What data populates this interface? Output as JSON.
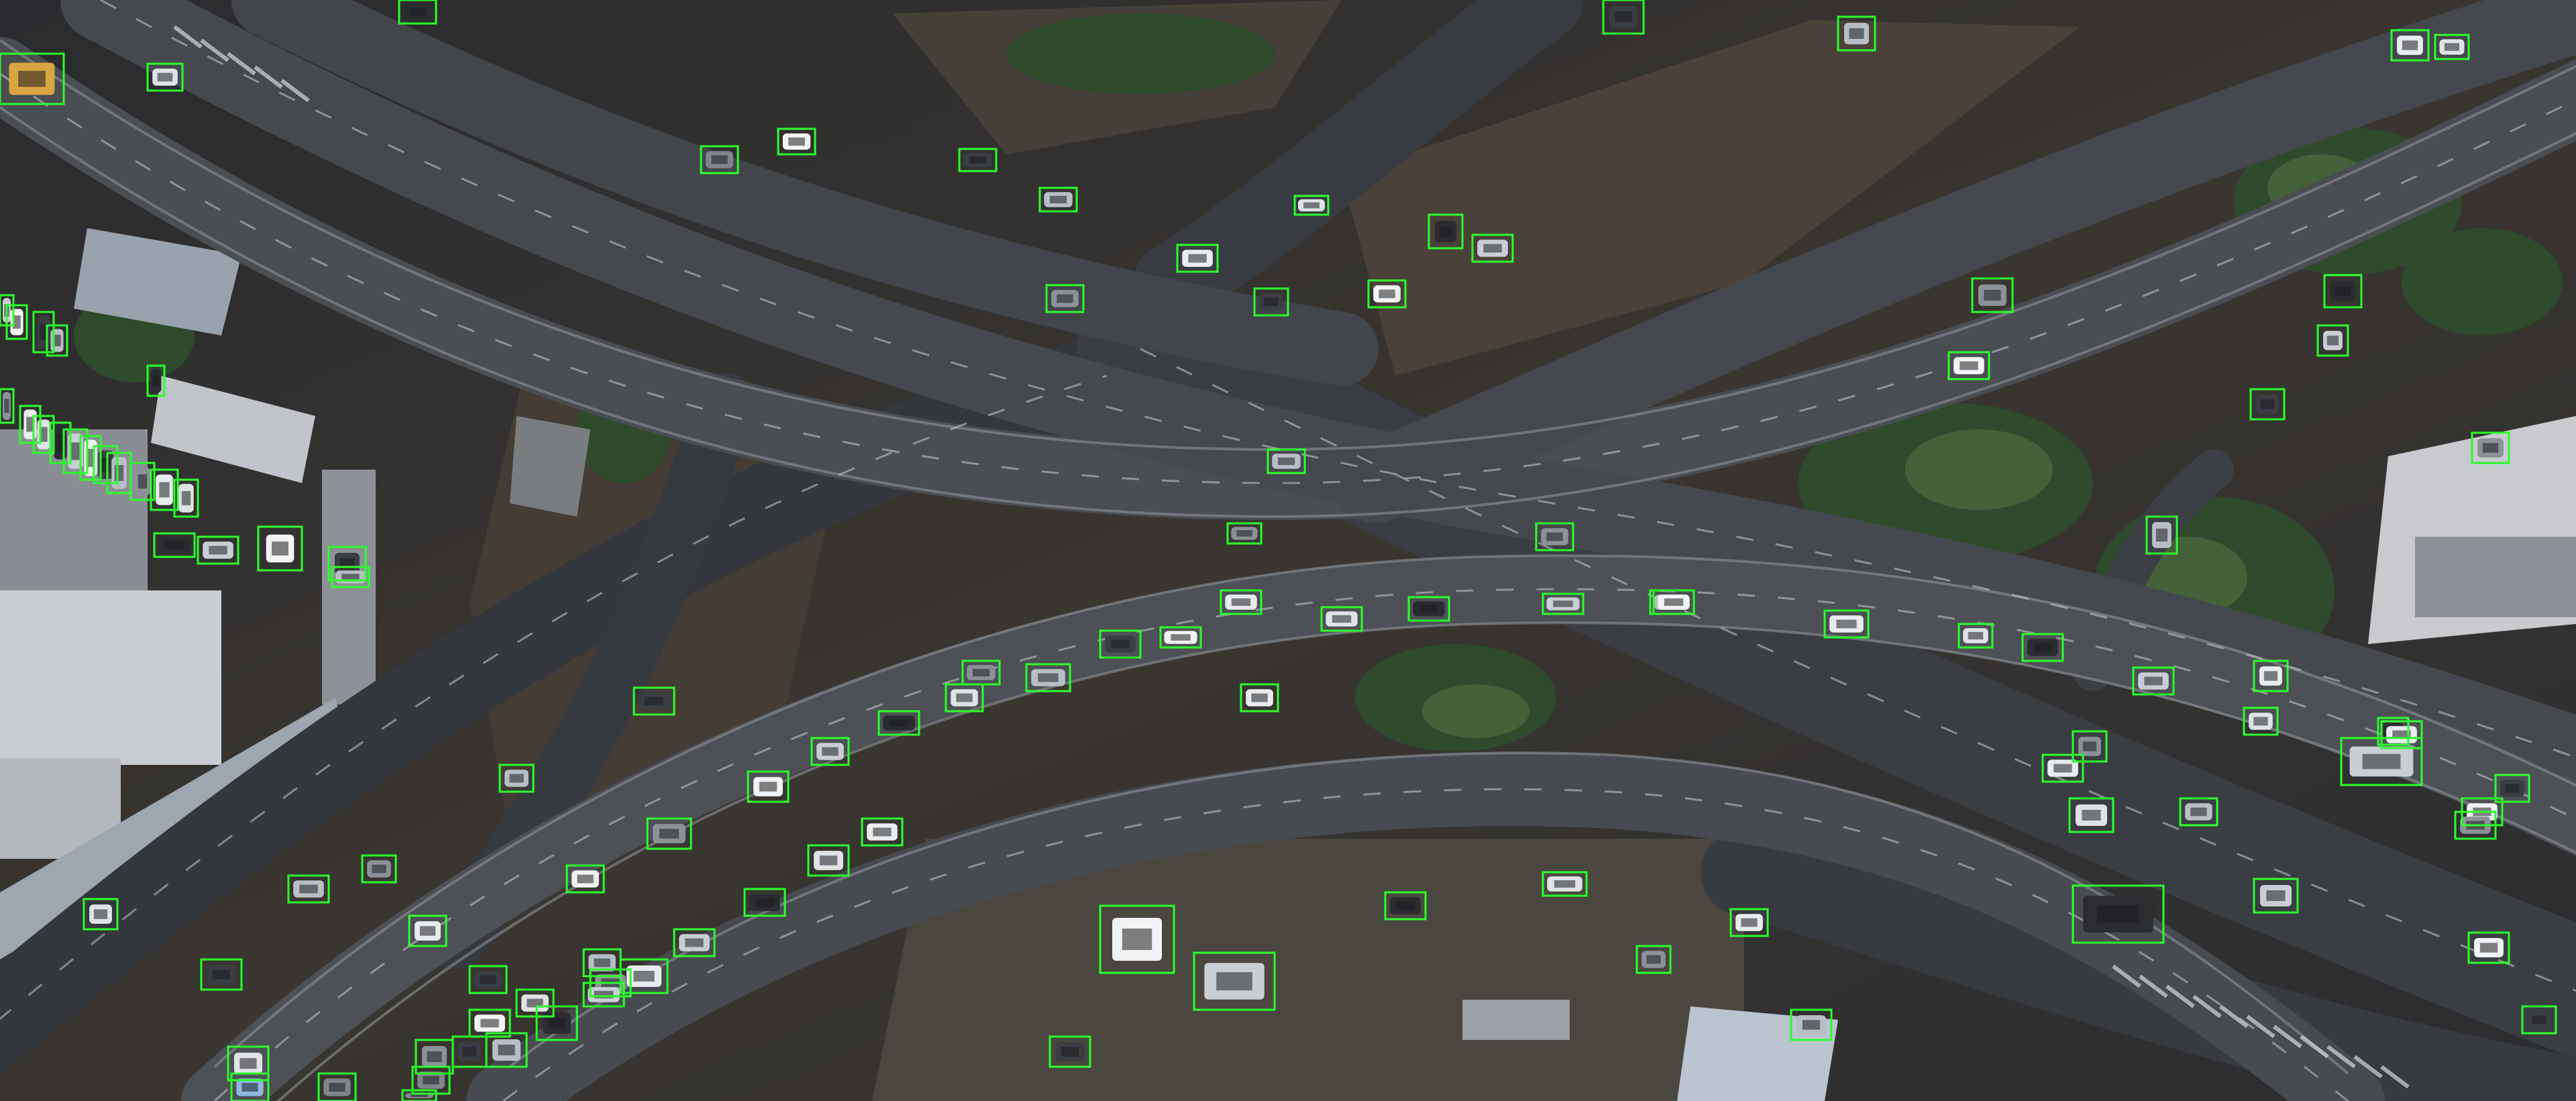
{
  "detection_box_color": "#2bff2b",
  "detections": [
    {
      "label": "car"
    },
    {
      "label": "car"
    },
    {
      "label": "car"
    },
    {
      "label": "car"
    },
    {
      "label": "car"
    },
    {
      "label": "car"
    },
    {
      "label": "car"
    },
    {
      "label": "car"
    },
    {
      "label": "car"
    },
    {
      "label": "car"
    },
    {
      "label": "car"
    },
    {
      "label": "car"
    },
    {
      "label": "car"
    },
    {
      "label": "car"
    },
    {
      "label": "car"
    },
    {
      "label": "car"
    },
    {
      "label": "car"
    },
    {
      "label": "car"
    },
    {
      "label": "car"
    },
    {
      "label": "car"
    },
    {
      "label": "car"
    },
    {
      "label": "car"
    },
    {
      "label": "car"
    },
    {
      "label": "car"
    },
    {
      "label": "car"
    },
    {
      "label": "car"
    },
    {
      "label": "car"
    },
    {
      "label": "car"
    },
    {
      "label": "car"
    },
    {
      "label": "car"
    },
    {
      "label": "car"
    },
    {
      "label": "car"
    },
    {
      "label": "car"
    },
    {
      "label": "car"
    },
    {
      "label": "car"
    },
    {
      "label": "car"
    },
    {
      "label": "car"
    },
    {
      "label": "car"
    },
    {
      "label": "car"
    },
    {
      "label": "car"
    },
    {
      "label": "car"
    },
    {
      "label": "car"
    },
    {
      "label": "car"
    },
    {
      "label": "car"
    },
    {
      "label": "car"
    },
    {
      "label": "car"
    },
    {
      "label": "car"
    },
    {
      "label": "car"
    },
    {
      "label": "car"
    },
    {
      "label": "car"
    },
    {
      "label": "car"
    },
    {
      "label": "car"
    },
    {
      "label": "car"
    },
    {
      "label": "car"
    },
    {
      "label": "car"
    },
    {
      "label": "car"
    },
    {
      "label": "car"
    },
    {
      "label": "car"
    },
    {
      "label": "car"
    },
    {
      "label": "car"
    },
    {
      "label": "car"
    },
    {
      "label": "car"
    },
    {
      "label": "car"
    },
    {
      "label": "car"
    },
    {
      "label": "car"
    },
    {
      "label": "car"
    },
    {
      "label": "car"
    },
    {
      "label": "car"
    },
    {
      "label": "car"
    },
    {
      "label": "car"
    },
    {
      "label": "car"
    },
    {
      "label": "car"
    },
    {
      "label": "car"
    },
    {
      "label": "car"
    },
    {
      "label": "car"
    },
    {
      "label": "car"
    },
    {
      "label": "car"
    },
    {
      "label": "car"
    },
    {
      "label": "car"
    },
    {
      "label": "car"
    },
    {
      "label": "car"
    },
    {
      "label": "car"
    },
    {
      "label": "car"
    },
    {
      "label": "car"
    },
    {
      "label": "car"
    },
    {
      "label": "car"
    },
    {
      "label": "car"
    },
    {
      "label": "car"
    },
    {
      "label": "bus"
    },
    {
      "label": "bus"
    },
    {
      "label": "bus"
    },
    {
      "label": "bus"
    },
    {
      "label": "truck"
    },
    {
      "label": "truck"
    }
  ]
}
